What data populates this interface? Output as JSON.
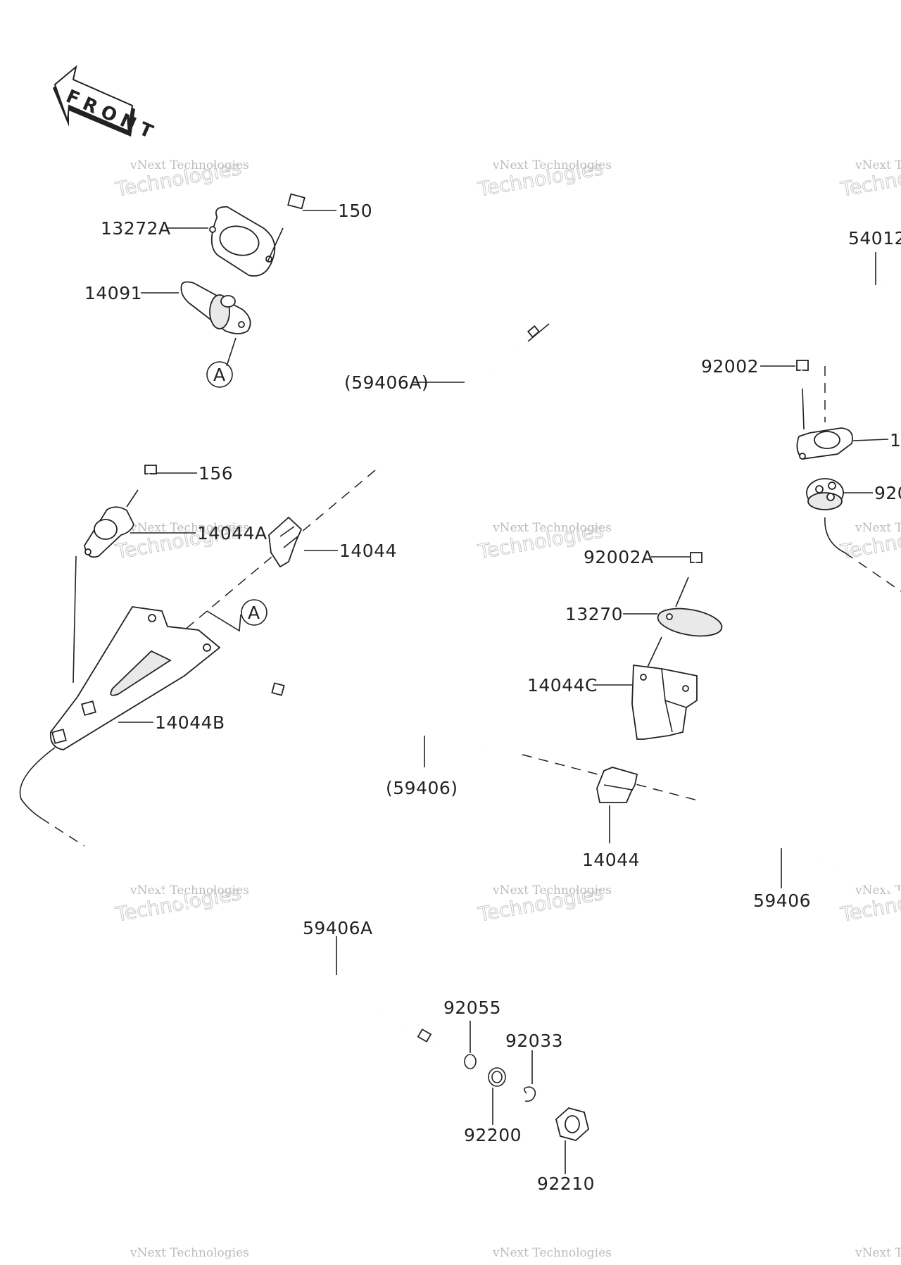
{
  "front_arrow": {
    "text": "FRONT"
  },
  "watermark": {
    "line1": "vNext Technologies",
    "line2": "Technologies"
  },
  "parts": {
    "p13272A": "13272A",
    "p150": "150",
    "p14091": "14091",
    "refA_top": "A",
    "p59406A_paren": "(59406A)",
    "p156": "156",
    "p14044A": "14044A",
    "p14044_upper": "14044",
    "refA_mid": "A",
    "p14044B": "14044B",
    "p59406_paren": "(59406)",
    "p14044_lower": "14044",
    "p59406A": "59406A",
    "p92055": "92055",
    "p92033": "92033",
    "p92200": "92200",
    "p92210": "92210",
    "p59406": "59406",
    "p92002A": "92002A",
    "p13270": "13270",
    "p14044C": "14044C",
    "p92002": "92002",
    "p54012": "54012",
    "p1_cut": "1",
    "p920_cut": "920"
  }
}
